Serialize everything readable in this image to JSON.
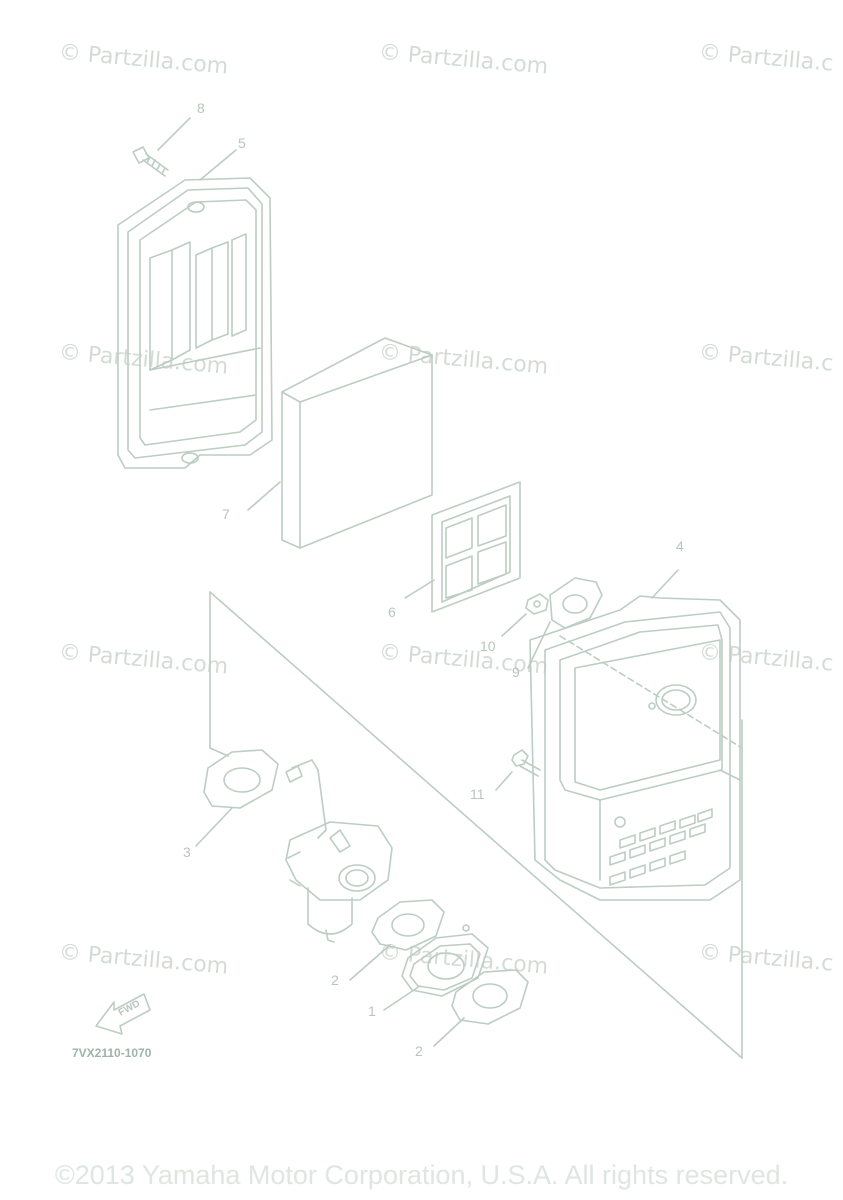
{
  "watermark_text": "© Partzilla.com",
  "watermark_text_clipped": "© Partzilla.c",
  "callouts": {
    "c1": "1",
    "c2a": "2",
    "c2b": "2",
    "c3": "3",
    "c4": "4",
    "c5": "5",
    "c6": "6",
    "c7": "7",
    "c8": "8",
    "c9": "9",
    "c10": "10",
    "c11": "11"
  },
  "fwd_label": "FWD",
  "diagram_code": "7VX2110-1070",
  "copyright": "©2013 Yamaha Motor Corporation, U.S.A. All rights reserved.",
  "colors": {
    "line": "#bccdc3",
    "watermark": "#d4dbd6",
    "text": "#b7c6bd"
  }
}
